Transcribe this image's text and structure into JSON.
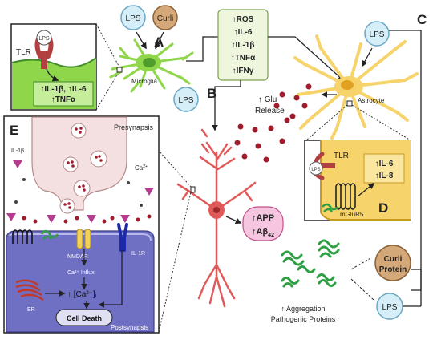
{
  "panels": {
    "a": "A",
    "b": "B",
    "c": "C",
    "d": "D",
    "e": "E"
  },
  "badges": {
    "lps": "LPS",
    "curli": "Curli",
    "curli_protein_line1": "Curli",
    "curli_protein_line2": "Protein"
  },
  "microglia": {
    "label": "Microglia",
    "tlr_label": "TLR",
    "lps_label": "LPS",
    "inset_line1": "↑IL-1β, ↑IL-6",
    "inset_line2": "↑TNFα"
  },
  "cytokines": [
    "↑ROS",
    "↑IL-6",
    "↑IL-1β",
    "↑TNFα",
    "↑IFNγ"
  ],
  "astrocyte": {
    "label": "Astrocyte",
    "glu_line1": "↑ Glu",
    "glu_line2": "Release",
    "tlr_label": "TLR",
    "lps_label": "LPS",
    "out_line1": "↑IL-6",
    "out_line2": "↑IL-8",
    "receptor_label": "mGluR5"
  },
  "neuron": {
    "app_line1": "↑APP",
    "app_line2_prefix": "Aβ",
    "app_line2_sub": "42"
  },
  "panel_e": {
    "presynapsis": "Presynapsis",
    "postsynapsis": "Postsynapsis",
    "il1b": "IL-1β",
    "ca_label": "Ca",
    "ca_sup": "2+",
    "nmdar": "NMDAR",
    "il1r": "IL-1R",
    "ca_influx": "Ca²⁺ Influx",
    "ca_conc": "↑ [Ca²⁺]ᵢ",
    "er": "ER",
    "cell_death": "Cell Death"
  },
  "aggregation": {
    "line1": "↑ Aggregation",
    "line2": "Pathogenic Proteins"
  },
  "colors": {
    "microglia": "#8fd64a",
    "astrocyte": "#f7d36b",
    "neuron": "#e15a5a",
    "lps_fill": "#d6eef7",
    "curli_fill": "#d4a878",
    "cytokine_box": "#eef7dd",
    "app_box": "#f6c6e0",
    "presynapse": "#f4e0e0",
    "postsynapse": "#6f6fc4",
    "protein": "#2ea043",
    "glutamate": "#a01c2c",
    "il1b": "#b53c8e"
  }
}
